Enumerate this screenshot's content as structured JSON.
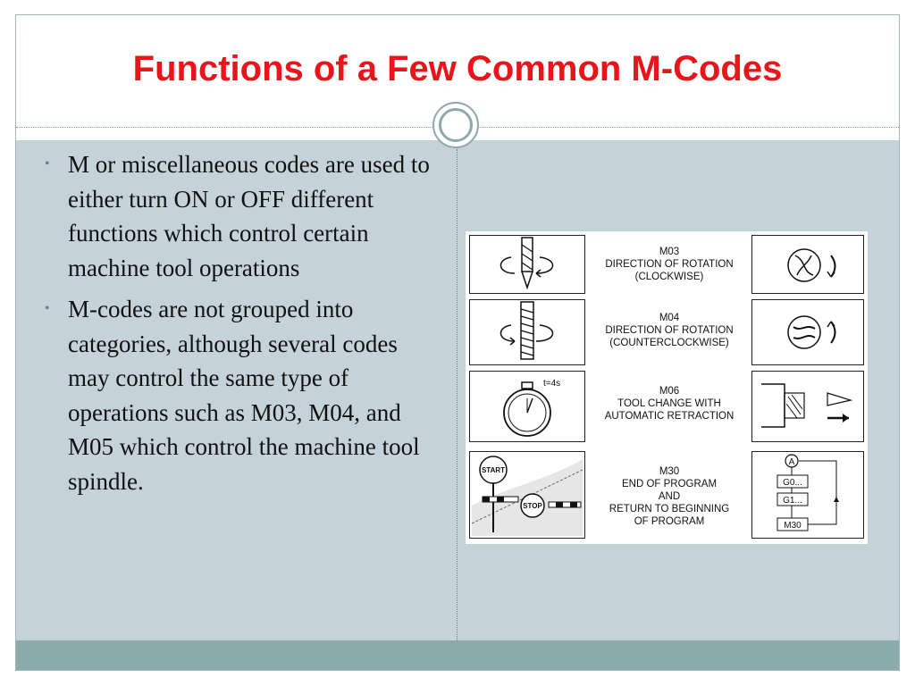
{
  "title": "Functions of a Few Common M-Codes",
  "bullets": [
    "M or miscellaneous codes are used to either turn ON or OFF different functions which control certain machine tool operations",
    "M-codes are not grouped into categories, although several codes may control the same type of operations such as M03, M04, and M05 which control the machine tool spindle."
  ],
  "figure": {
    "rows": [
      {
        "code": "M03",
        "line1": "DIRECTION OF ROTATION",
        "line2": "(CLOCKWISE)",
        "line3": "",
        "line4": ""
      },
      {
        "code": "M04",
        "line1": "DIRECTION OF ROTATION",
        "line2": "(COUNTERCLOCKWISE)",
        "line3": "",
        "line4": ""
      },
      {
        "code": "M06",
        "line1": "TOOL CHANGE WITH",
        "line2": "AUTOMATIC RETRACTION",
        "line3": "",
        "line4": ""
      },
      {
        "code": "M30",
        "line1": "END OF PROGRAM",
        "line2": "AND",
        "line3": "RETURN TO BEGINNING",
        "line4": "OF PROGRAM"
      }
    ],
    "timer_label": "t=4s",
    "start_sign": "START",
    "stop_sign": "STOP",
    "flow_marker": "A",
    "flow_steps": [
      "G0...",
      "G1...",
      "M30"
    ]
  }
}
